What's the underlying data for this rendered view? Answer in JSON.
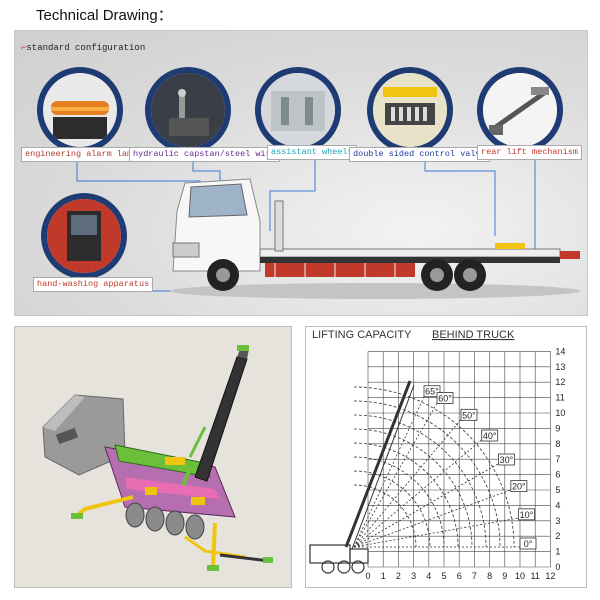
{
  "heading": "Technical Drawing：",
  "top_panel": {
    "config_title": "standard configuration",
    "labels": [
      {
        "id": "alarm",
        "text": "engineering alarm lamp",
        "color": "#b03a2e"
      },
      {
        "id": "capstan",
        "text": "hydraulic capstan/steel wire",
        "color": "#6a2c91"
      },
      {
        "id": "wheels",
        "text": "assistant wheels",
        "color": "#17a5b8"
      },
      {
        "id": "valve",
        "text": "double sided control valve",
        "color": "#1f3a93"
      },
      {
        "id": "rearlift",
        "text": "rear lift mechanism",
        "color": "#c0392b"
      },
      {
        "id": "handwash",
        "text": "hand-washing apparatus",
        "color": "#c0392b"
      }
    ],
    "icons": [
      "alarm-lamp-photo",
      "capstan-photo",
      "wheels-photo",
      "valve-photo",
      "rear-lift-photo",
      "hand-wash-photo",
      "flatbed-truck"
    ]
  },
  "capacity_chart": {
    "title_left": "LIFTING CAPACITY",
    "title_right": "BEHIND TRUCK",
    "x_ticks": [
      "0",
      "1",
      "2",
      "3",
      "4",
      "5",
      "6",
      "7",
      "8",
      "9",
      "10",
      "11",
      "12"
    ],
    "y_ticks": [
      "0",
      "1",
      "2",
      "3",
      "4",
      "5",
      "6",
      "7",
      "8",
      "9",
      "10",
      "11",
      "12",
      "13",
      "14"
    ],
    "angles": [
      {
        "label": "65°",
        "value": 65
      },
      {
        "label": "60°",
        "value": 60
      },
      {
        "label": "50°",
        "value": 50
      },
      {
        "label": "40°",
        "value": 40
      },
      {
        "label": "30°",
        "value": 30
      },
      {
        "label": "20°",
        "value": 20
      },
      {
        "label": "10°",
        "value": 10
      },
      {
        "label": "0°",
        "value": 0
      }
    ]
  },
  "colors": {
    "thumb_ring": "#1f3b73",
    "frame_red": "#c0392b",
    "grid": "#333333"
  }
}
